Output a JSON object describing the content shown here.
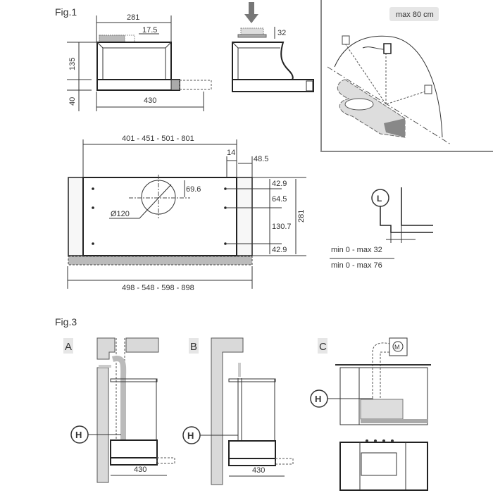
{
  "fig1": {
    "title": "Fig.1",
    "front_view": {
      "width": "281",
      "duct_offset": "17.5",
      "height": "135",
      "strip": "40",
      "depth": "430"
    },
    "side_view": {
      "duct_height": "32"
    },
    "detail_badge": "max 80 cm",
    "plan_view": {
      "inner_widths": "401 - 451 - 501 - 801",
      "edge_14": "14",
      "edge_48_5": "48.5",
      "hole_offset": "69.6",
      "hole_diameter": "Ø120",
      "spacing_top": "42.9",
      "spacing_mid": "64.5",
      "spacing_lower": "130.7",
      "spacing_bottom": "42.9",
      "depth": "281",
      "outer_widths": "498 - 548 - 598 - 898"
    },
    "l_detail": {
      "label": "L",
      "min_max_1": "min 0 - max 32",
      "min_max_2": "min 0 - max 76"
    }
  },
  "fig3": {
    "title": "Fig.3",
    "panels": [
      {
        "label": "A",
        "marker": "H",
        "depth": "430"
      },
      {
        "label": "B",
        "marker": "H",
        "depth": "430"
      },
      {
        "label": "C",
        "marker": "H",
        "motor": "M"
      }
    ]
  }
}
